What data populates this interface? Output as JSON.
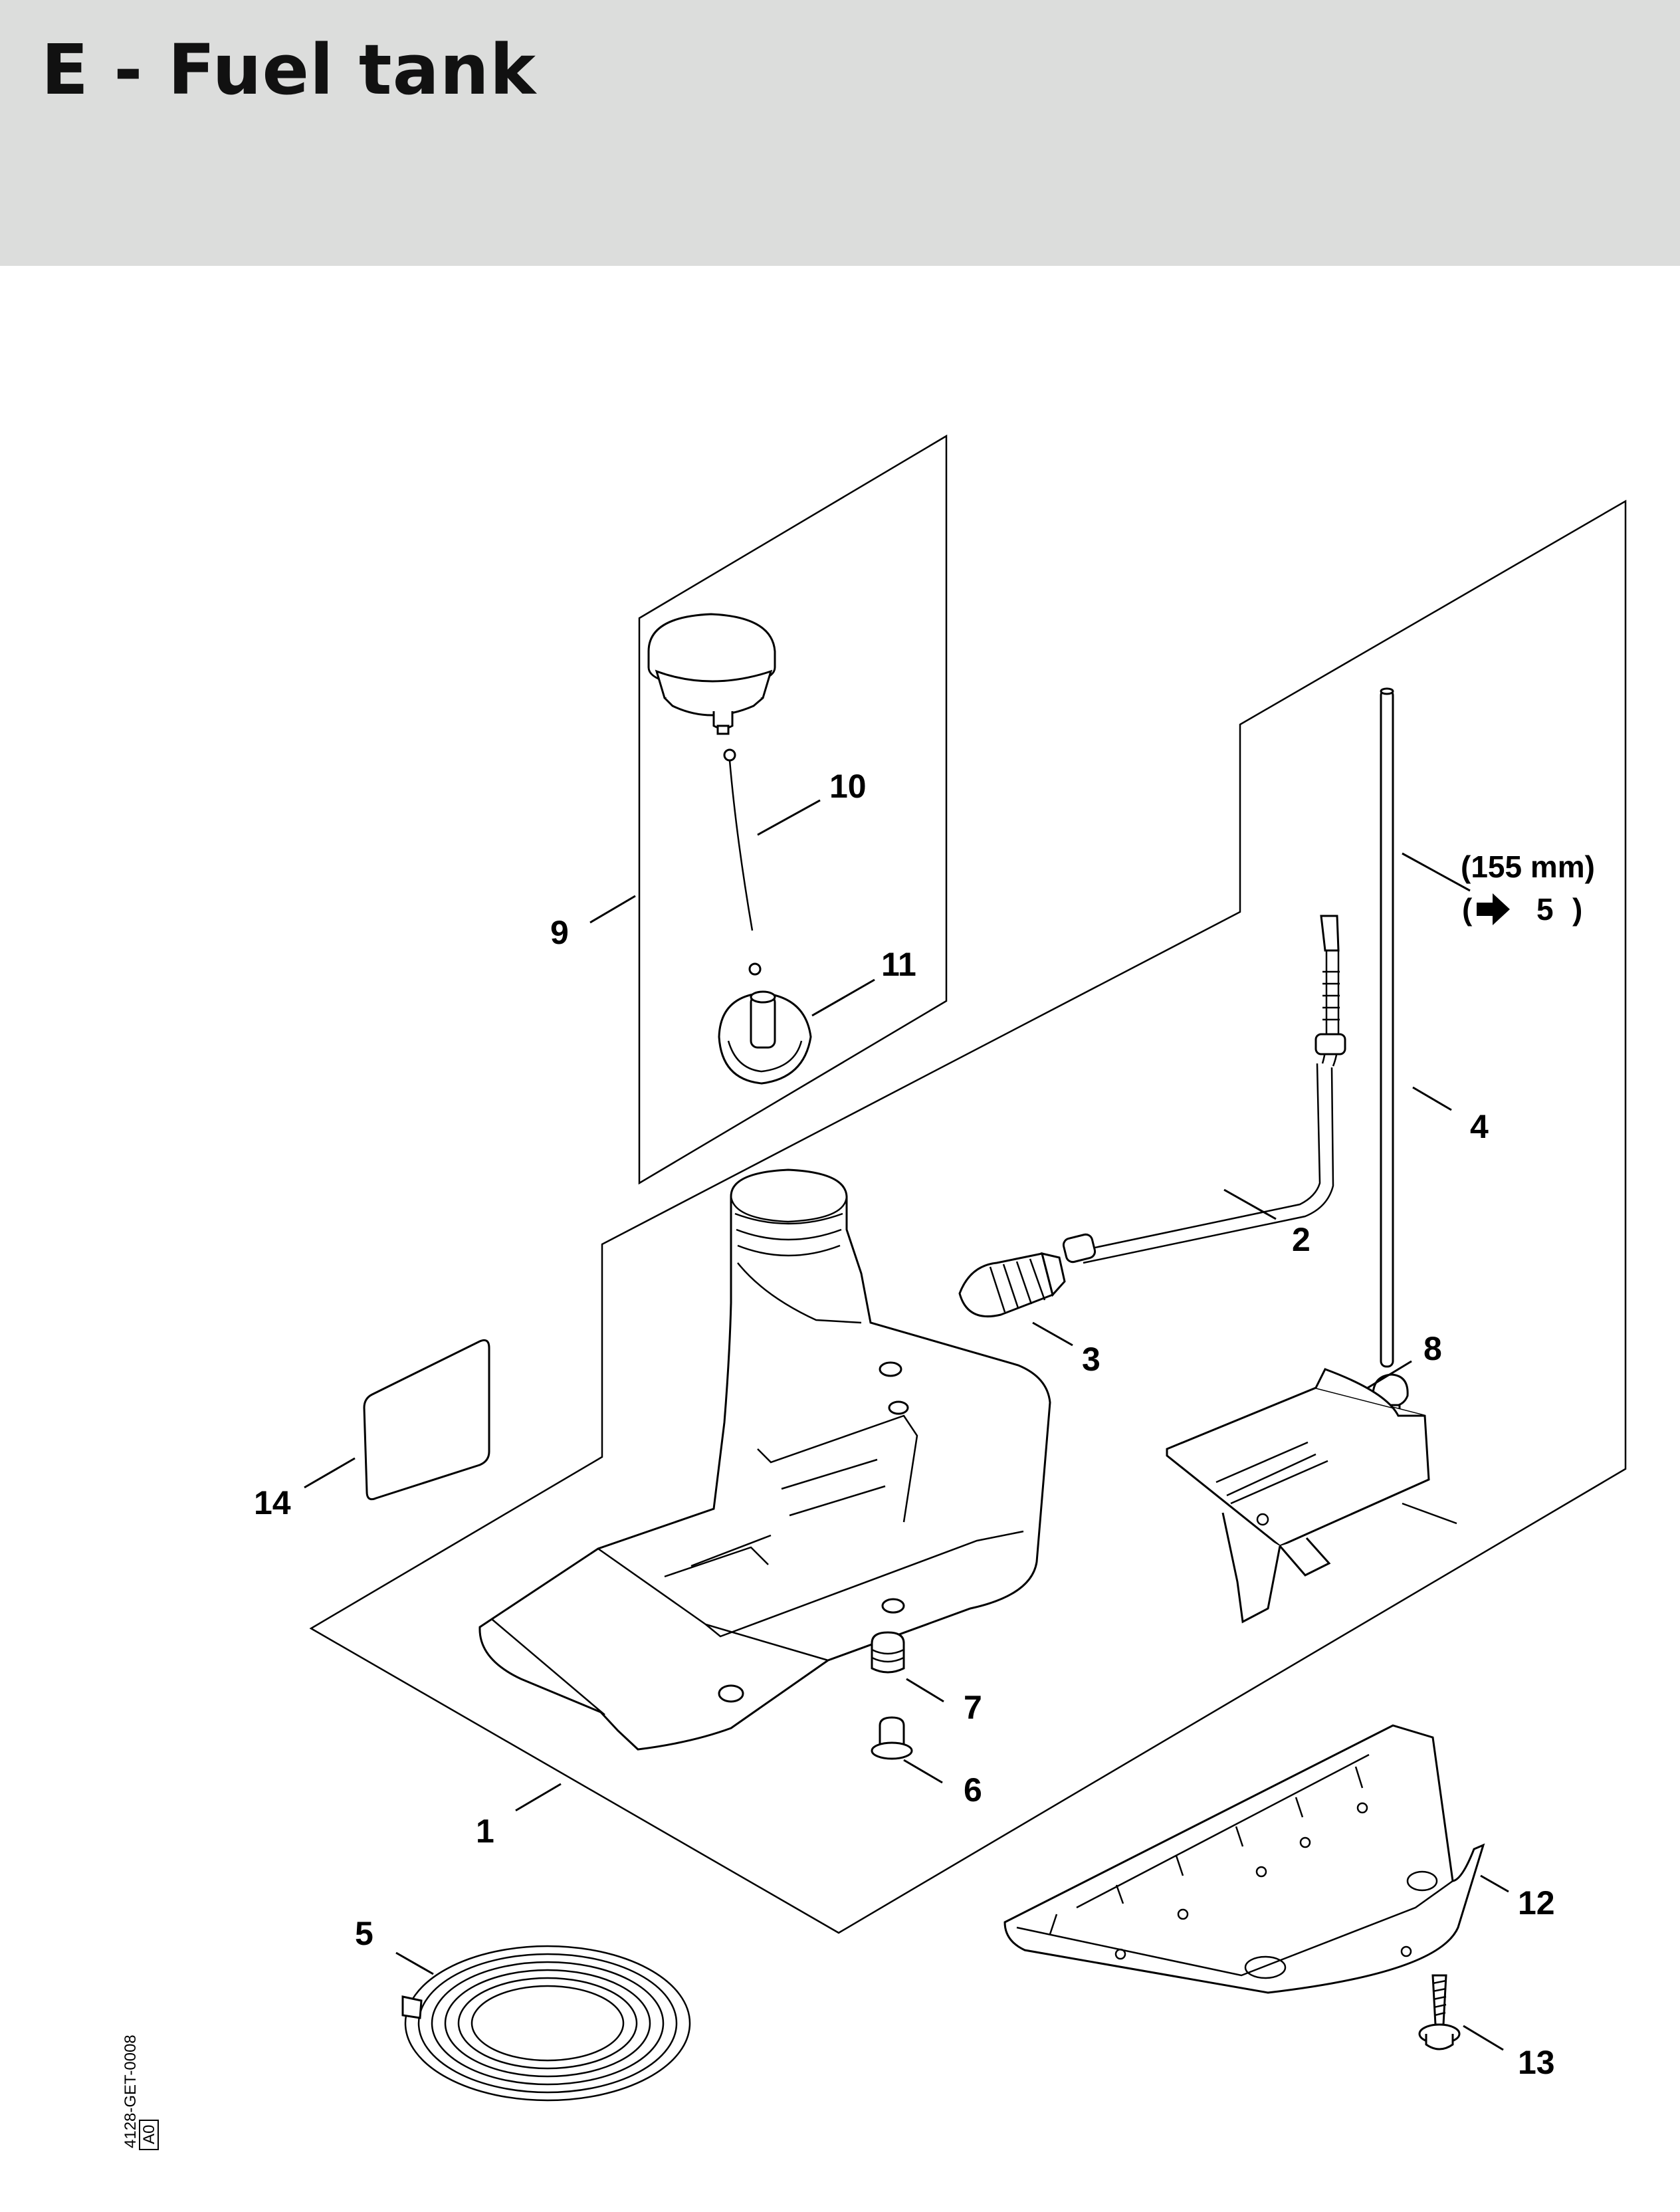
{
  "header": {
    "title": "E - Fuel tank"
  },
  "diagram": {
    "callouts": [
      {
        "id": "1",
        "label": "1"
      },
      {
        "id": "2",
        "label": "2"
      },
      {
        "id": "3",
        "label": "3"
      },
      {
        "id": "4",
        "label": "4"
      },
      {
        "id": "5",
        "label": "5"
      },
      {
        "id": "6",
        "label": "6"
      },
      {
        "id": "7",
        "label": "7"
      },
      {
        "id": "8",
        "label": "8"
      },
      {
        "id": "9",
        "label": "9"
      },
      {
        "id": "10",
        "label": "10"
      },
      {
        "id": "11",
        "label": "11"
      },
      {
        "id": "12",
        "label": "12"
      },
      {
        "id": "13",
        "label": "13"
      },
      {
        "id": "14",
        "label": "14"
      }
    ],
    "note_length": "(155 mm)",
    "note_ref_open": "(",
    "note_ref_num": "5",
    "note_ref_close": ")",
    "drawing_code": "4128-GET-0008",
    "drawing_box": "A0"
  }
}
